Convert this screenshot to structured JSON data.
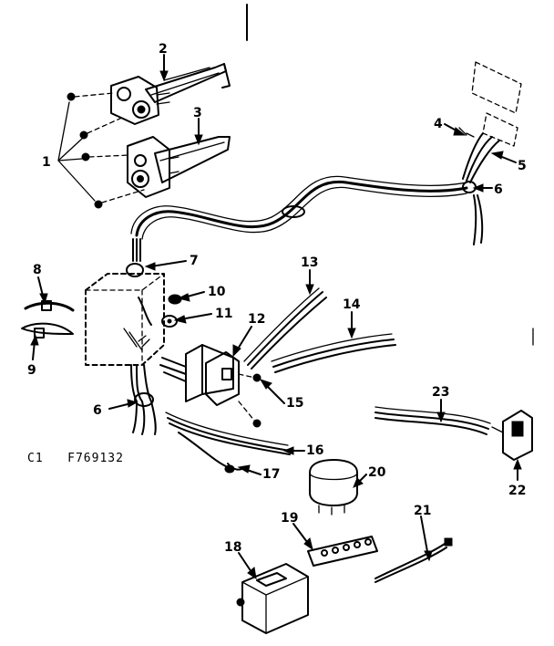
{
  "figure_code": "C1   F769132",
  "callouts": {
    "c1": "1",
    "c2": "2",
    "c3": "3",
    "c4": "4",
    "c5": "5",
    "c6a": "6",
    "c6b": "6",
    "c7": "7",
    "c8": "8",
    "c9": "9",
    "c10": "10",
    "c11": "11",
    "c12": "12",
    "c13": "13",
    "c14": "14",
    "c15": "15",
    "c16": "16",
    "c17": "17",
    "c18": "18",
    "c19": "19",
    "c20": "20",
    "c21": "21",
    "c22": "22",
    "c23": "23"
  }
}
